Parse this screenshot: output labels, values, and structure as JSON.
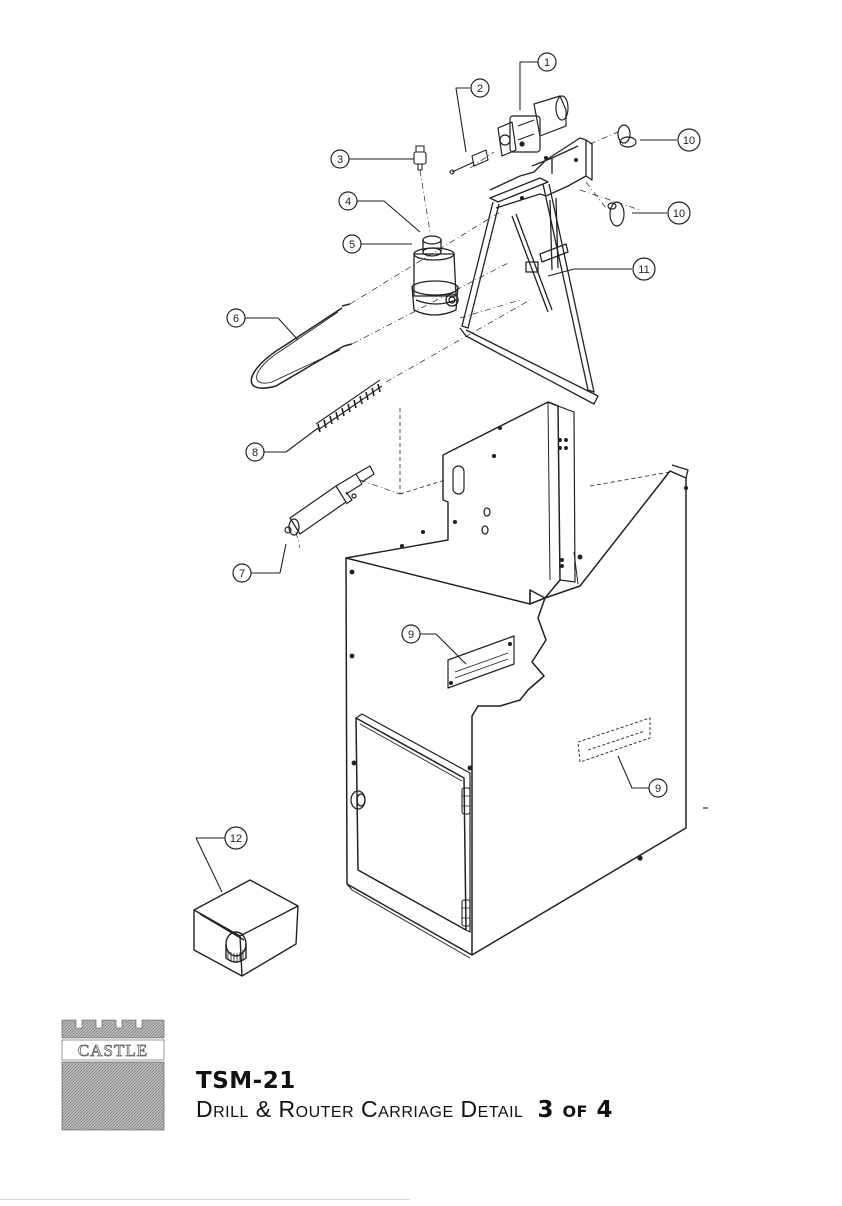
{
  "logo": {
    "text": "CASTLE",
    "icon": "castle-logo-icon"
  },
  "title": {
    "model": "TSM-21",
    "subtitle": "Drill & Router Carriage Detail",
    "page": "3 of 4"
  },
  "callouts": [
    "1",
    "2",
    "3",
    "4",
    "5",
    "6",
    "7",
    "8",
    "9",
    "9",
    "10",
    "10",
    "11",
    "12"
  ],
  "colors": {
    "line": "#222222",
    "paper": "#ffffff"
  }
}
